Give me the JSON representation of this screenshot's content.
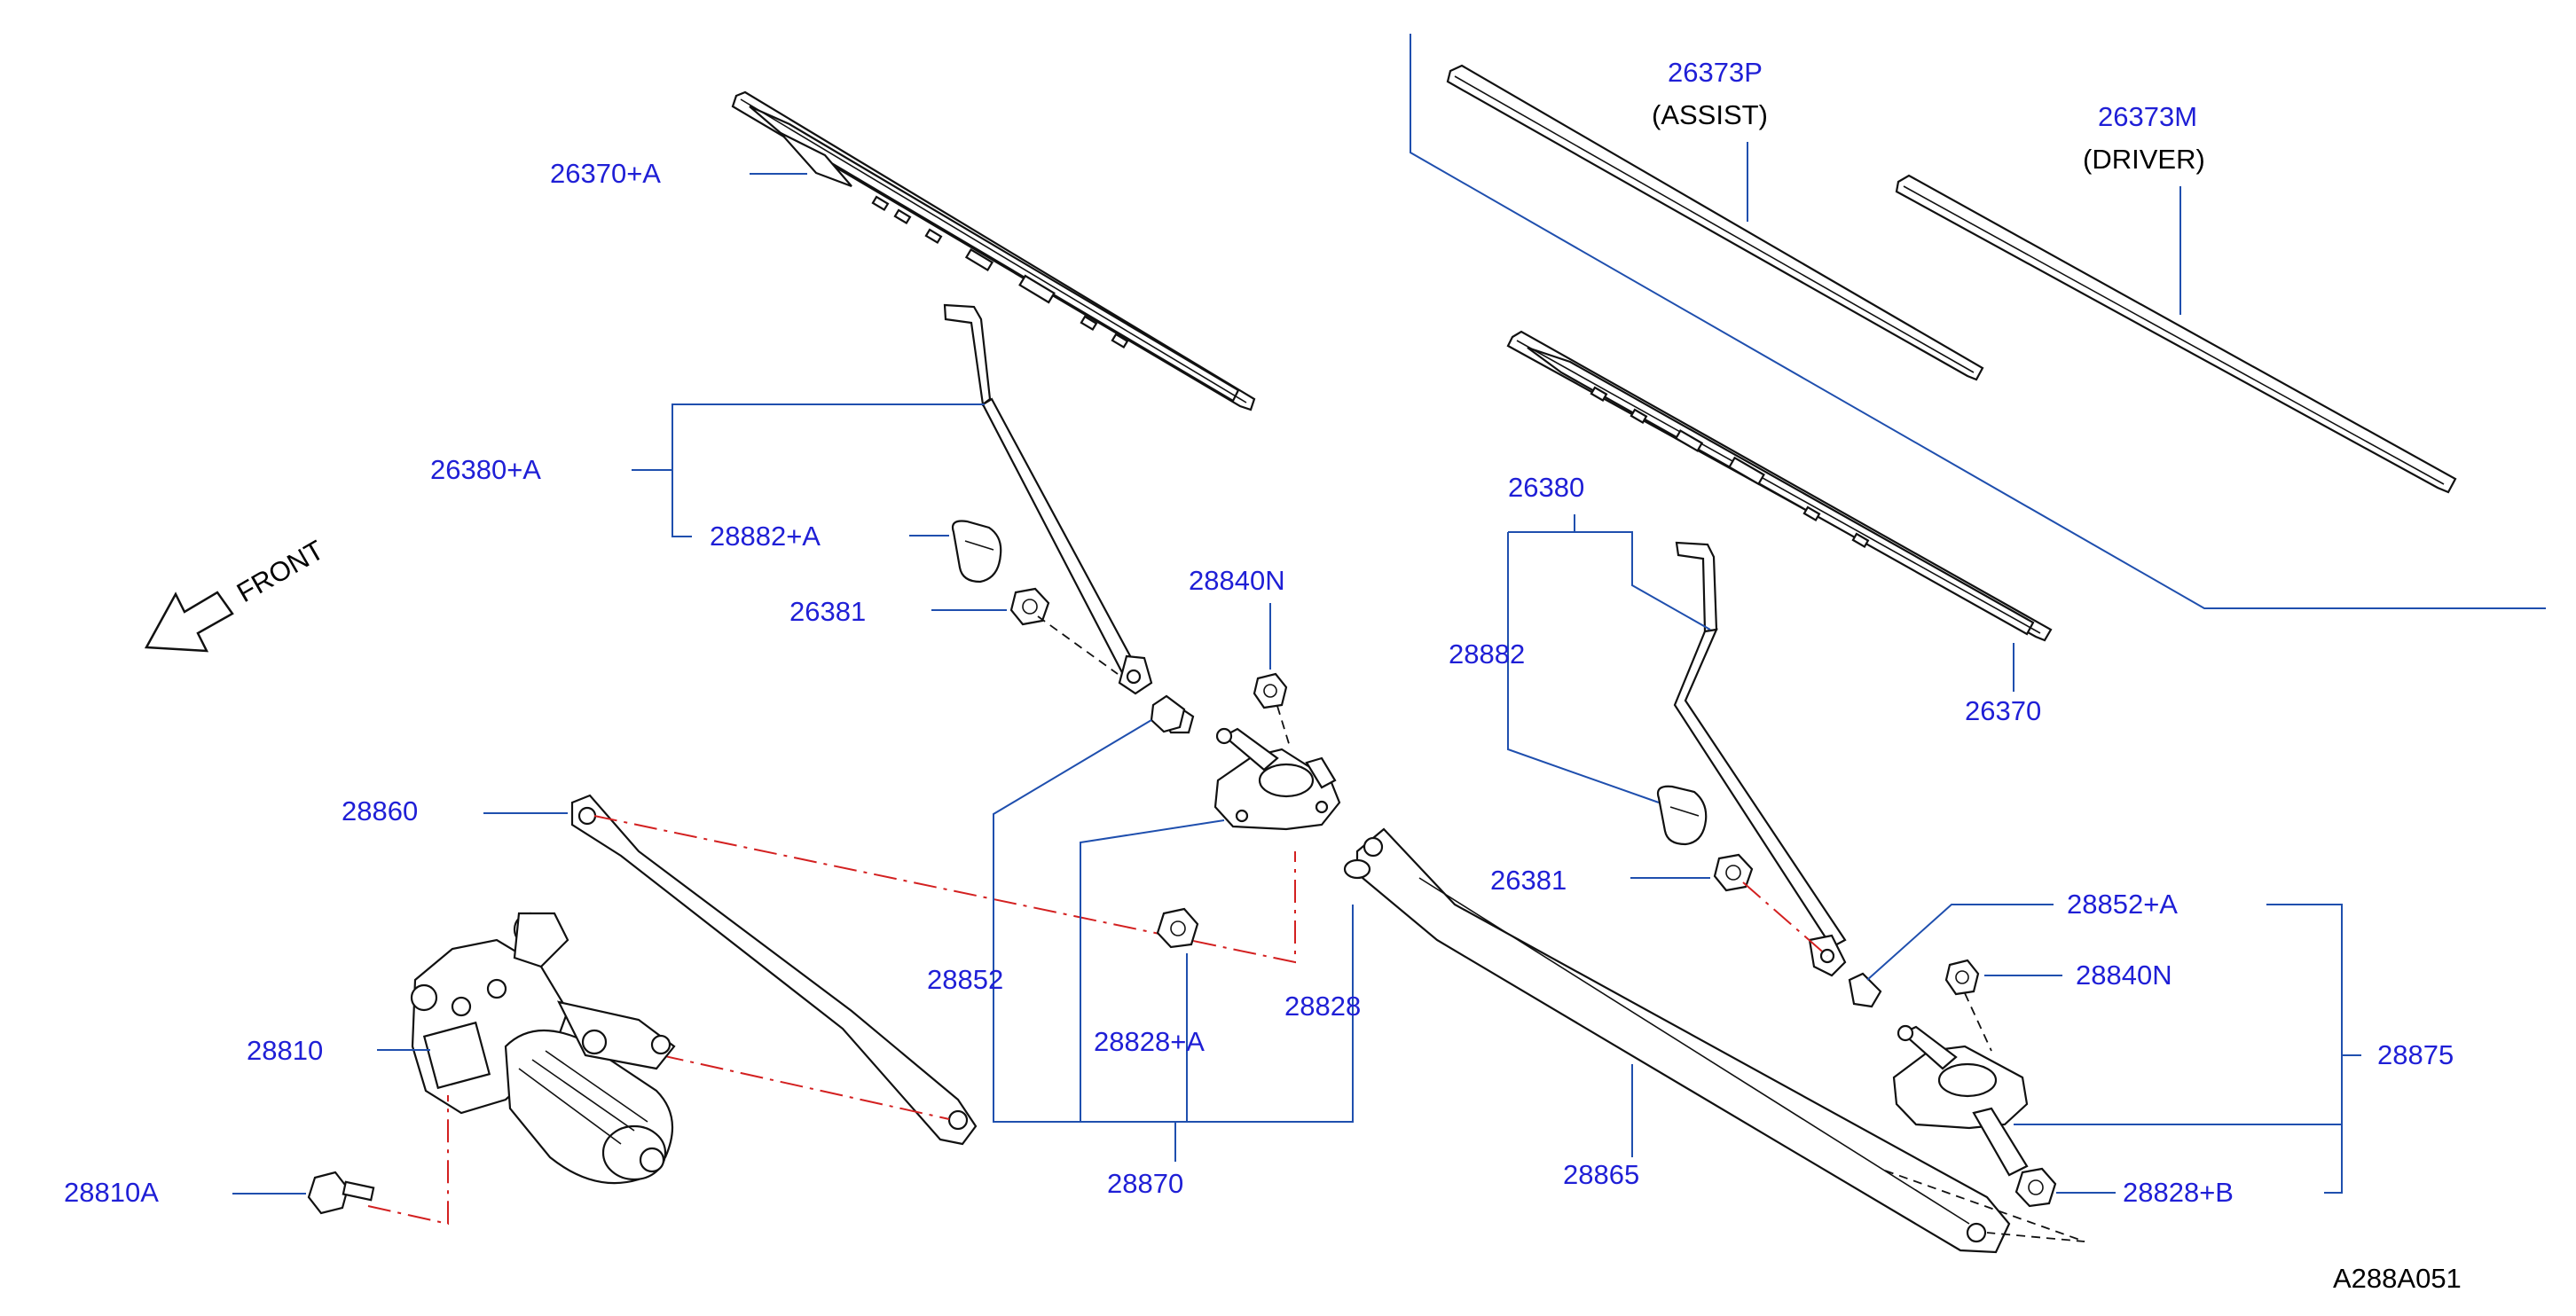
{
  "diagram_code": "A288A051",
  "direction_label": "FRONT",
  "direction_icon": "arrow-left-icon",
  "colors": {
    "part_label": "#1f1fd6",
    "leader": "#1f4fae",
    "centerline": "#d32020",
    "outline": "#111111"
  },
  "labels": {
    "p26370A": "26370+A",
    "p26380A": "26380+A",
    "p28882A": "28882+A",
    "p26381_left": "26381",
    "p28840N_left": "28840N",
    "p28860": "28860",
    "p28810": "28810",
    "p28810A": "28810A",
    "p28852": "28852",
    "p28828A": "28828+A",
    "p28828": "28828",
    "p28870": "28870",
    "p28865": "28865",
    "p26373P": "26373P",
    "p26373P_note": "(ASSIST)",
    "p26373M": "26373M",
    "p26373M_note": "(DRIVER)",
    "p26380": "26380",
    "p28882": "28882",
    "p26370": "26370",
    "p26381_right": "26381",
    "p28852A": "28852+A",
    "p28840N_right": "28840N",
    "p28875": "28875",
    "p28828B": "28828+B"
  }
}
